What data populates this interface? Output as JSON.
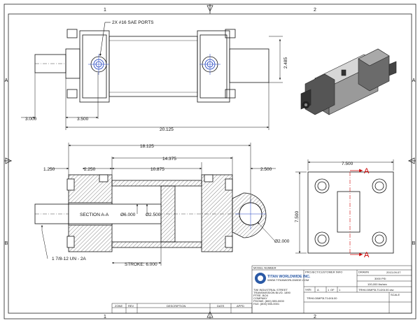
{
  "border": {
    "zones_top": [
      "1",
      "2"
    ],
    "zones_left": [
      "A",
      "B"
    ]
  },
  "view_top": {
    "note_ports": "2X #16 SAE PORTS",
    "dim_height": "2.485",
    "dim_left": "3.000",
    "dim_mid": "3.500",
    "dim_overall": "20.125"
  },
  "view_section": {
    "dim_top": "18.125",
    "dim_mid": "14.375",
    "dim_left": "1.250",
    "dim_left2": "2.250",
    "dim_body": "10.875",
    "dim_right": "2.500",
    "label": "SECTION A-A",
    "bore": "Ø6.000",
    "rod": "Ø2.500",
    "pin": "Ø2.000",
    "thread": "1 7/8-12 UN - 2A",
    "stroke": "STROKE: 6.000"
  },
  "view_end": {
    "dim_width": "7.500",
    "dim_height": "7.500",
    "cut_label": "A"
  },
  "title_block": {
    "model_number_label": "MODEL NUMBER",
    "company": "TITAN WORLDWIDE INC.",
    "company_sub": "WWW.TITANWORLDWIDE.COM",
    "address": [
      "TWI INDUSTRIAL STREET",
      "TRANSMISSION BLVD. 1890",
      "PTRE. BOX",
      "COMPANY",
      "PHONE: (800) 555-0000",
      "FAX: (800) 555-0001"
    ],
    "project_label": "PROJECT/CUSTOMER INFO",
    "drawn_label": "DRAWN",
    "date": "2013-09-07",
    "pressure": "3000 PSI",
    "force": "100,000 lbs/sec",
    "size_label": "SIZE",
    "size": "A",
    "sheet": "1",
    "of": "OF",
    "sheet_total": "1",
    "scale_label": "SCALE",
    "drawing_no": "TRH6.00MP3LT14X6.00.slw",
    "part_no": "TRH6.00MP3LT14X6.00",
    "rev_headers": [
      "ZONE",
      "REV",
      "DESCRIPTION",
      "DATE",
      "APPD"
    ]
  }
}
